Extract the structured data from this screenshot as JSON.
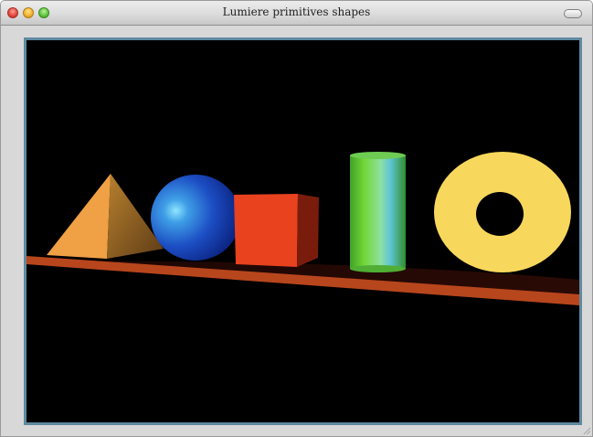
{
  "window": {
    "title": "Lumiere primitives shapes"
  },
  "icons": {
    "close": "close-button",
    "minimize": "minimize-button",
    "zoom": "zoom-button",
    "toolbar_toggle": "toolbar-toggle-button"
  },
  "scene": {
    "background": "#000000",
    "frame_color": "#5f8aa0",
    "objects": [
      {
        "name": "pyramid",
        "color": "#f0a045"
      },
      {
        "name": "sphere",
        "color": "#1e4fc8"
      },
      {
        "name": "cube",
        "color": "#e8421f"
      },
      {
        "name": "cylinder",
        "color": "#66c83a"
      },
      {
        "name": "torus",
        "color": "#f8d85c"
      },
      {
        "name": "ground-plane",
        "color": "#b8461c"
      }
    ]
  }
}
